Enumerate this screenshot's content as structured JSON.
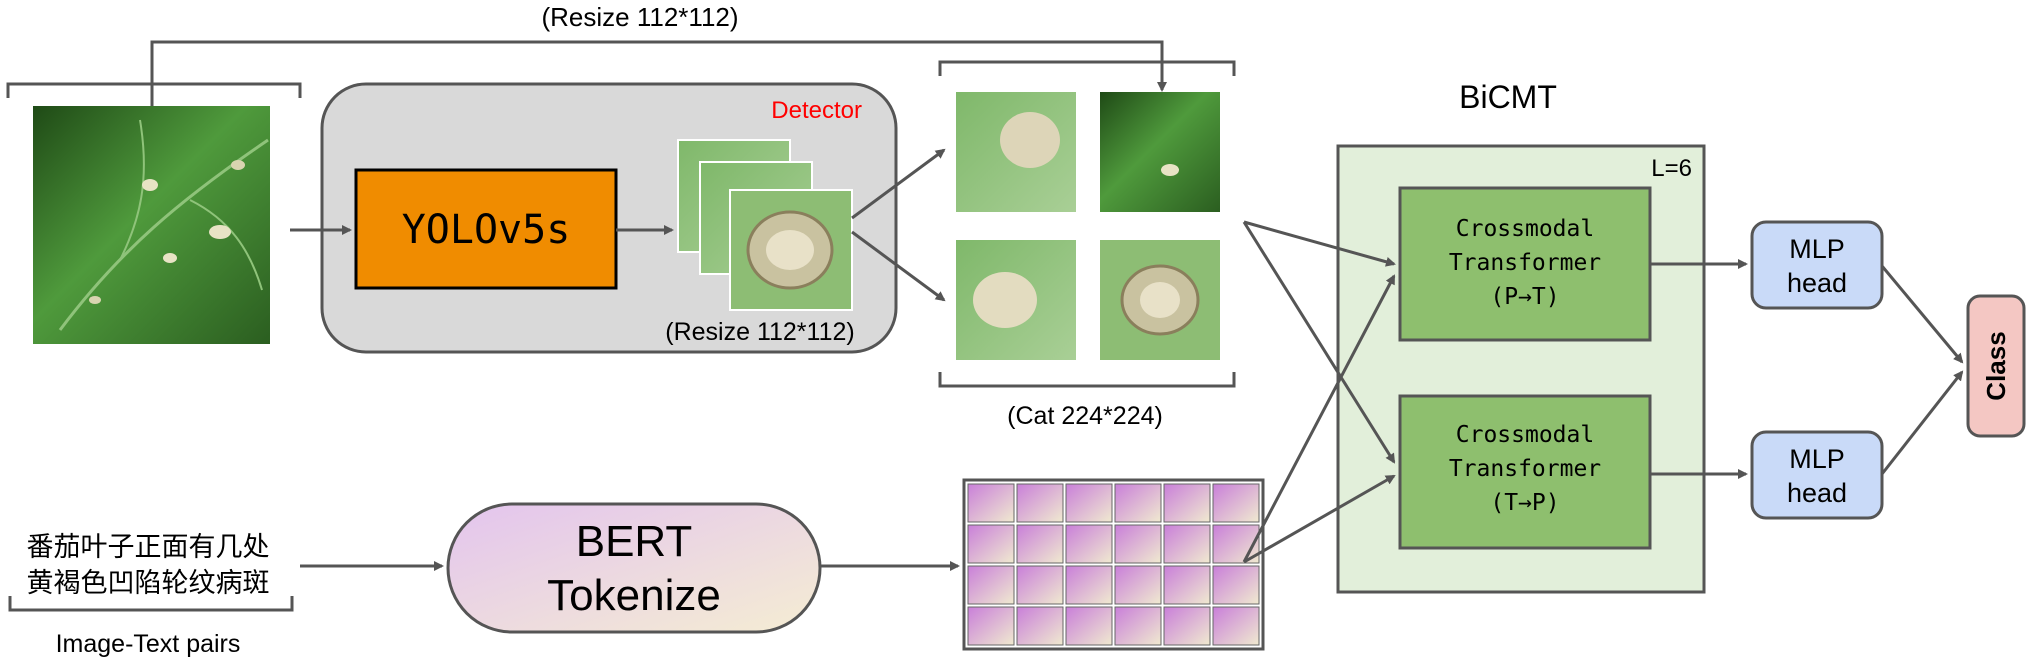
{
  "labels": {
    "resize_top": "(Resize 112*112)",
    "detector": "Detector",
    "yolo": "YOLOv5s",
    "resize_detector": "(Resize 112*112)",
    "cat": "(Cat 224*224)",
    "bicmt": "BiCMT",
    "layers": "L=6",
    "transformer_1": [
      "Crossmodal",
      "Transformer",
      "(P→T)"
    ],
    "transformer_2": [
      "Crossmodal",
      "Transformer",
      "(T→P)"
    ],
    "mlp_head": [
      "MLP",
      "head"
    ],
    "class": "Class",
    "bert": [
      "BERT",
      "Tokenize"
    ],
    "text_input": [
      "番茄叶子正面有几处",
      "黄褐色凹陷轮纹病斑"
    ],
    "image_text_pairs": "Image-Text pairs"
  },
  "colors": {
    "arrow": "#555555",
    "detector_fill": "#d9d9d9",
    "yolo_fill": "#f08c00",
    "bicmt_fill": "#e2efda",
    "transformer_fill": "#8ebf6e",
    "mlp_fill": "#c9daf8",
    "class_fill": "#f4c7c3",
    "detector_text": "#ff0000",
    "leaf_green": "#4a8a3a"
  }
}
